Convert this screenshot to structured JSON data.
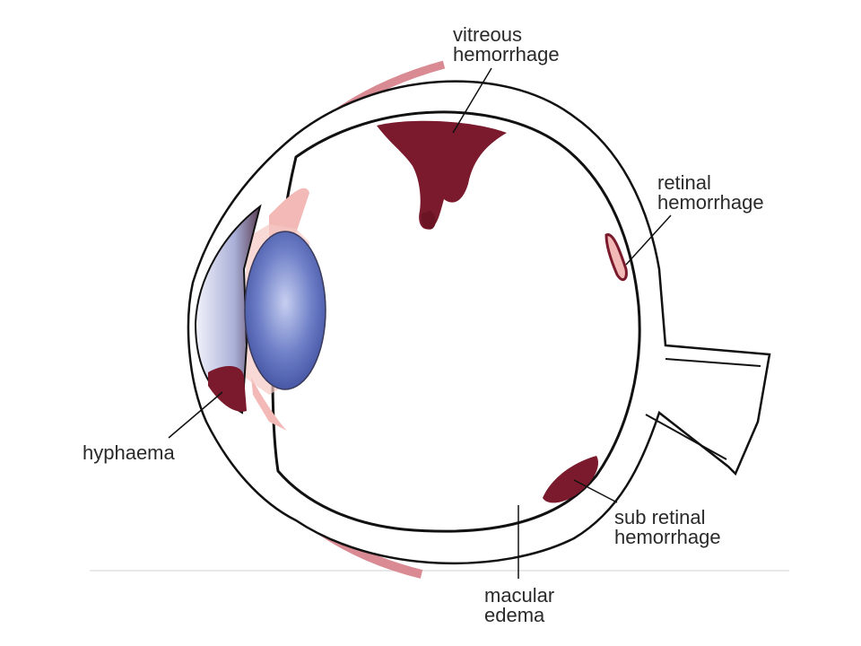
{
  "labels": {
    "vitreous": [
      "vitreous",
      "hemorrhage"
    ],
    "retinal": [
      "retinal",
      "hemorrhage"
    ],
    "hyphaema": [
      "hyphaema"
    ],
    "subretinal": [
      "sub retinal",
      "hemorrhage"
    ],
    "macular": [
      "macular",
      "edema"
    ]
  },
  "colors": {
    "outline": "#111111",
    "blood": "#7a1a2c",
    "sclera_pink": "#d98a92",
    "lens_blue": "#5b6fc0",
    "cornea_lavender": "#b9bfe3",
    "inner_pink": "#f2b9b6"
  }
}
